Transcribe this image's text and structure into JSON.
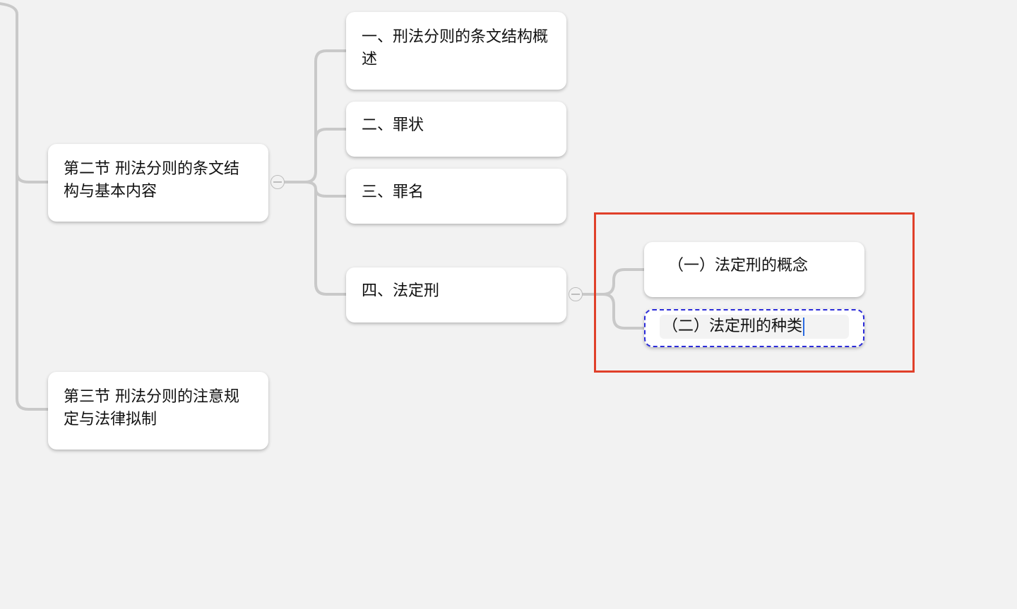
{
  "mindmap": {
    "sections": [
      {
        "id": "sec2",
        "label": "第二节 刑法分则的条文结构与基本内容"
      },
      {
        "id": "sec3",
        "label": "第三节 刑法分则的注意规定与法律拟制"
      }
    ],
    "sec2_children": [
      {
        "id": "c1",
        "label": "一、刑法分则的条文结构概述"
      },
      {
        "id": "c2",
        "label": "二、罪状"
      },
      {
        "id": "c3",
        "label": "三、罪名"
      },
      {
        "id": "c4",
        "label": "四、法定刑"
      }
    ],
    "c4_children": [
      {
        "id": "g1",
        "label": "（一）法定刑的概念"
      },
      {
        "id": "g2",
        "label": "（二）法定刑的种类",
        "editing": true
      }
    ]
  },
  "colors": {
    "background": "#f2f2f2",
    "connector": "#c9c9c9",
    "highlight": "#e0402a",
    "edit_border": "#2b2bd9"
  }
}
